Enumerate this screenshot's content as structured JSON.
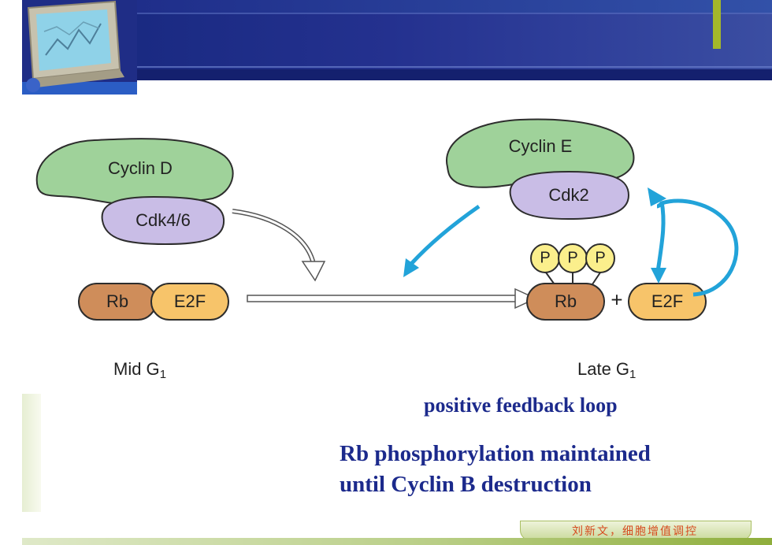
{
  "diagram": {
    "mid": {
      "cyclin": "Cyclin D",
      "cdk": "Cdk4/6",
      "rb": "Rb",
      "e2f": "E2F",
      "stage_main": "Mid G",
      "stage_sub": "1"
    },
    "late": {
      "cyclin": "Cyclin E",
      "cdk": "Cdk2",
      "phosphates": [
        "P",
        "P",
        "P"
      ],
      "rb": "Rb",
      "plus": "+",
      "e2f": "E2F",
      "stage_main": "Late G",
      "stage_sub": "1"
    }
  },
  "captions": {
    "feedback": "positive feedback loop",
    "rb_line1": "Rb phosphorylation maintained",
    "rb_line2": "until Cyclin B destruction"
  },
  "footer": {
    "tag": "刘新文，细胞增值调控"
  },
  "colors": {
    "cyclin_fill": "#9fd29a",
    "cdk_fill": "#c9bde6",
    "rb_fill": "#cf8d5a",
    "e2f_fill": "#f7c46a",
    "phosphate_fill": "#fbef8c",
    "feedback_arrow": "#22a3d9",
    "caption_text": "#1c2a8c",
    "header_blue": "#24318f"
  }
}
